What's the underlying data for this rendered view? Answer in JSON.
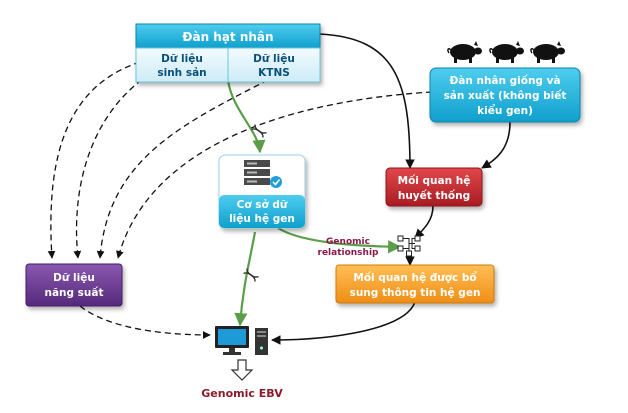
{
  "nucleus": {
    "title": "Đàn hạt nhân",
    "sub_left": [
      "Dữ liệu",
      "sinh sản"
    ],
    "sub_right": [
      "Dữ liệu",
      "KTNS"
    ]
  },
  "breeding": {
    "lines": [
      "Đàn nhân giống và",
      "sản xuất (không biết",
      "kiểu gen)"
    ]
  },
  "database": {
    "lines": [
      "Cơ sở dữ",
      "liệu hệ gen"
    ]
  },
  "pedigree": {
    "lines": [
      "Mối quan hệ",
      "huyết thống"
    ]
  },
  "genomic_relationship": {
    "lines": [
      "Genomic",
      "relationship"
    ]
  },
  "combined": {
    "lines": [
      "Mối quan hệ được bổ",
      "sung thông tin hệ gen"
    ]
  },
  "performance": {
    "lines": [
      "Dữ liệu",
      "năng suất"
    ]
  },
  "output": {
    "label": "Genomic EBV"
  },
  "icons": {
    "pigs": "pig-icon",
    "server": "server-icon",
    "computer": "computer-icon",
    "dna": "dna-icon",
    "combine": "tree-merge-icon"
  },
  "colors": {
    "blue_box": "#1ab0d8",
    "blue_light": "#d9f1fa",
    "red_box": "#c0262c",
    "orange_box": "#f5a02a",
    "purple_box": "#6a3b8e",
    "green_arrow": "#5a9e4a",
    "dark_red_text": "#8b1a2a"
  }
}
